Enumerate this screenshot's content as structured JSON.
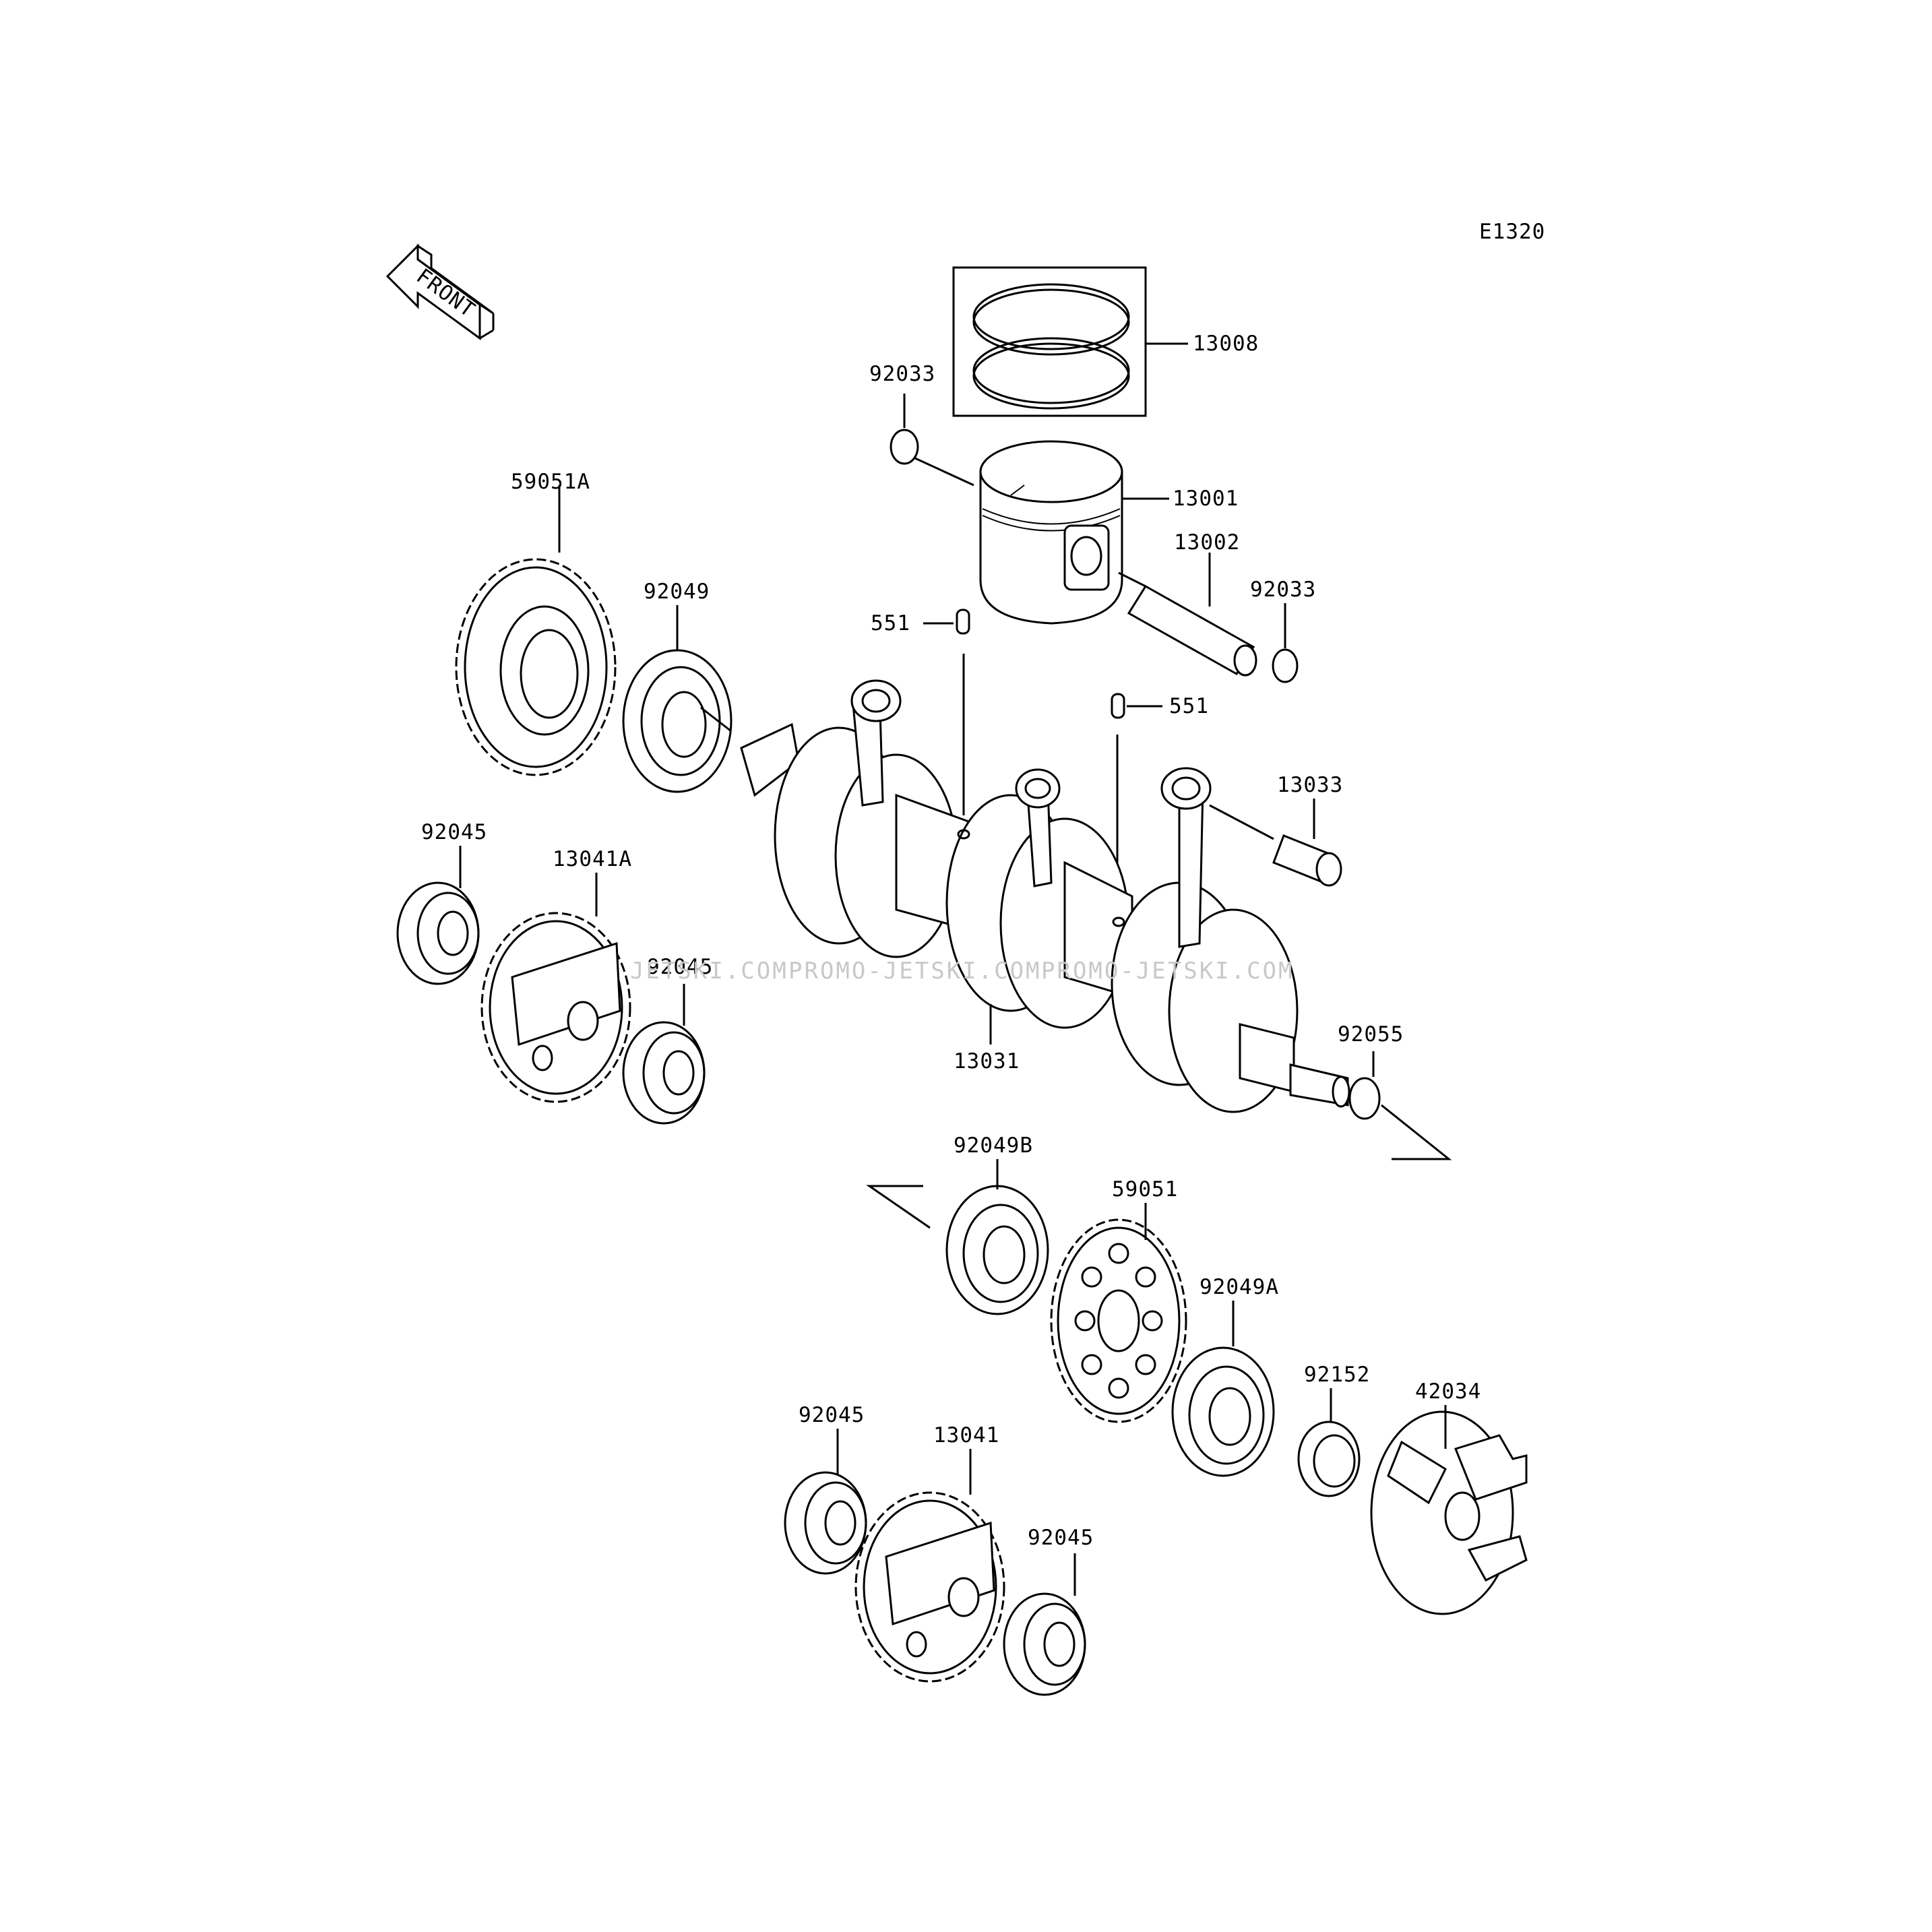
{
  "diagram_code": "E1320",
  "front_marker": "FRONT",
  "watermark": [
    "JETSKI.COM",
    "PROMO-JETSKI.COM",
    "PROMO-JETSKI.COM"
  ],
  "labels": {
    "l13008": "13008",
    "l92033a": "92033",
    "l13001": "13001",
    "l13002": "13002",
    "l92033b": "92033",
    "l551a": "551",
    "l551b": "551",
    "l59051A": "59051A",
    "l92049": "92049",
    "l13033": "13033",
    "l92045a": "92045",
    "l13041A": "13041A",
    "l92045b": "92045",
    "l13031": "13031",
    "l92055": "92055",
    "l92049B": "92049B",
    "l59051": "59051",
    "l92049A": "92049A",
    "l92152": "92152",
    "l42034": "42034",
    "l92045c": "92045",
    "l13041": "13041",
    "l92045d": "92045"
  }
}
